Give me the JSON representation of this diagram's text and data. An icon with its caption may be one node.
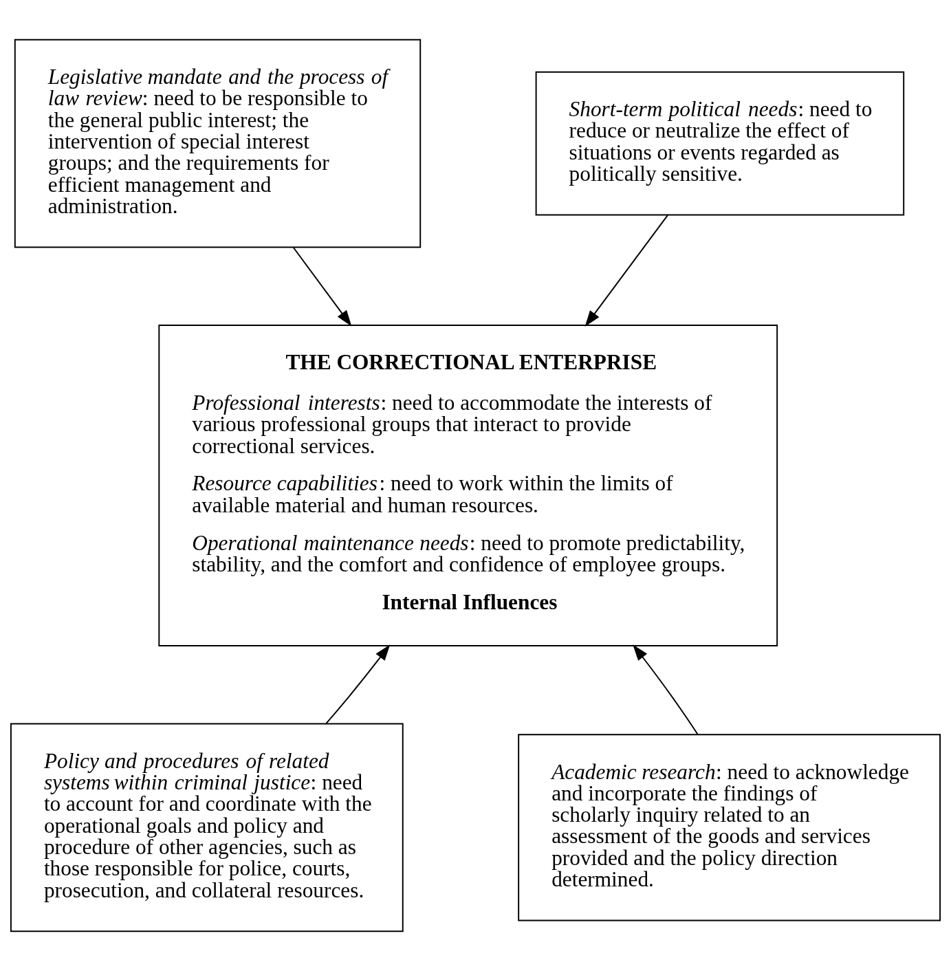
{
  "diagram": {
    "nodes": [
      {
        "text": [
          "*Legislative mandate and the process of law review*: need to be responsible to the general public interest; the intervention of special interest groups; and the requirements for efficient management and administration."
        ]
      },
      {
        "text": [
          "*Short-term political needs*: need to reduce or neutralize the effect of situations or events regarded as politically sensitive."
        ]
      },
      {
        "text": [
          "THE CORRECTIONAL ENTERPRISE",
          "*Professional interests*: need to accommodate the interests of various professional groups that interact to provide correctional services.",
          "*Resource capabilities*: need to work within the limits of available material and human resources.",
          "*Operational maintenance needs*: need to promote predictability, stability, and the comfort and confidence of employee groups.",
          "Internal Influences"
        ]
      },
      {
        "text": [
          "*Policy and procedures of related systems within criminal justice*: need to account for and coordinate with the operational goals and policy and procedure of other agencies, such as those responsible for police, courts, prosecution, and collateral resources."
        ]
      },
      {
        "text": [
          "*Academic research*: need to acknowledge and incorporate the findings of scholarly inquiry related to an assessment of the goods and services provided and the policy direction determined."
        ]
      }
    ],
    "edges": [
      {
        "from": 0,
        "to": 2,
        "arrow": "to"
      },
      {
        "from": 1,
        "to": 2,
        "arrow": "to"
      },
      {
        "from": 3,
        "to": 2,
        "arrow": "to"
      },
      {
        "from": 4,
        "to": 2,
        "arrow": "to"
      }
    ]
  }
}
